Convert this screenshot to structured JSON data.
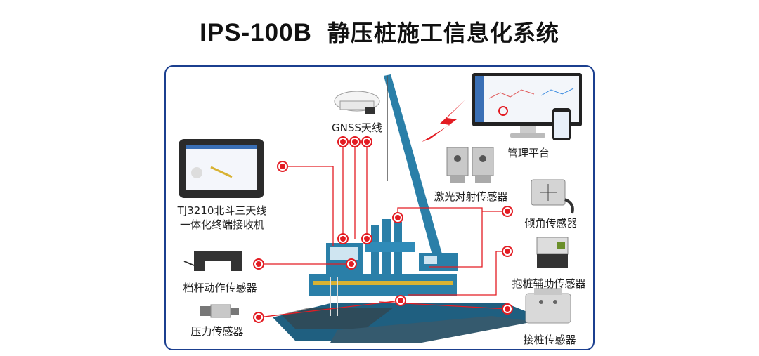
{
  "title": {
    "model": "IPS-100B",
    "name": "静压桩施工信息化系统"
  },
  "labels": {
    "gnss": "GNSS天线",
    "platform": "管理平台",
    "terminal_line1": "TJ3210北斗三天线",
    "terminal_line2": "一体化终端接收机",
    "laser": "激光对射传感器",
    "tilt": "倾角传感器",
    "lever": "档杆动作传感器",
    "clamp": "抱桩辅助传感器",
    "pressure": "压力传感器",
    "splice": "接桩传感器"
  },
  "colors": {
    "accent_red": "#e31c23",
    "frame_blue": "#1b3f8f",
    "machine_teal": "#2a7fa8"
  },
  "icons": [
    "gnss-antenna-icon",
    "monitor-icon",
    "phone-icon",
    "tablet-terminal-icon",
    "laser-sensor-icon",
    "tilt-sensor-icon",
    "lever-sensor-icon",
    "clamp-sensor-icon",
    "pressure-sensor-icon",
    "splice-sensor-icon",
    "lightning-signal-icon",
    "pile-driver-icon"
  ]
}
